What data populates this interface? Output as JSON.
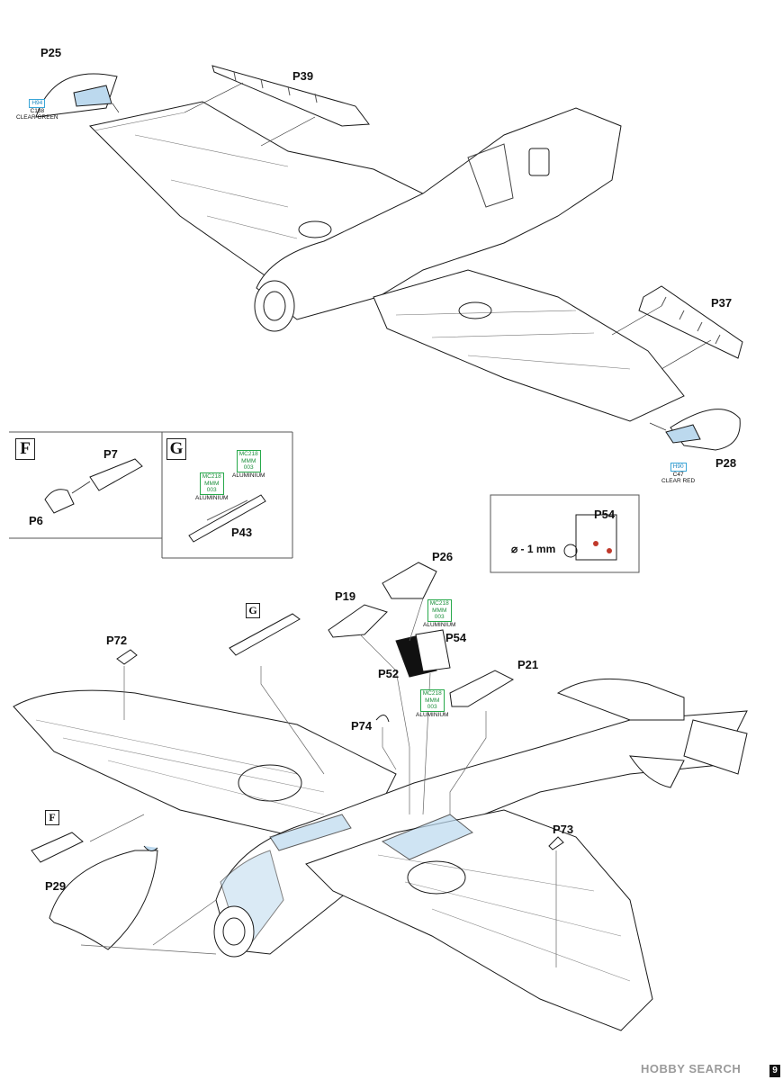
{
  "labels": {
    "P25": "P25",
    "P39": "P39",
    "P37": "P37",
    "P28": "P28",
    "P7": "P7",
    "P6": "P6",
    "P43": "P43",
    "P54_inset": "P54",
    "P26": "P26",
    "P19": "P19",
    "P54": "P54",
    "P52": "P52",
    "P21": "P21",
    "P72": "P72",
    "P74": "P74",
    "P73": "P73",
    "P29": "P29"
  },
  "inset_letters": {
    "F": "F",
    "G": "G",
    "G_ref": "G",
    "F_ref": "F"
  },
  "paint_codes": {
    "p25": {
      "code1": "H94",
      "code2": "C138",
      "name": "CLEAR GREEN"
    },
    "p28": {
      "code1": "H90",
      "code2": "C47",
      "name": "CLEAR RED"
    },
    "p43_a": {
      "lines": [
        "MC218",
        "MMM",
        "003"
      ],
      "name": "ALUMINIUM"
    },
    "p43_b": {
      "lines": [
        "MC218",
        "MMM",
        "003"
      ],
      "name": "ALUMINIUM"
    },
    "p26": {
      "lines": [
        "MC218",
        "MMM",
        "003"
      ],
      "name": "ALUMINIUM"
    },
    "p21": {
      "lines": [
        "MC218",
        "MMM",
        "003"
      ],
      "name": "ALUMINIUM"
    }
  },
  "drill": {
    "text": "⌀ - 1 mm"
  },
  "watermark": {
    "text": "HOBBY SEARCH"
  },
  "page_number": "9",
  "colors": {
    "ink": "#111111",
    "clear_part": "#bcd9ee",
    "paint_cyan": "#3aa6d8",
    "paint_green": "#27a94b",
    "drill_hole": "#c0392b"
  }
}
